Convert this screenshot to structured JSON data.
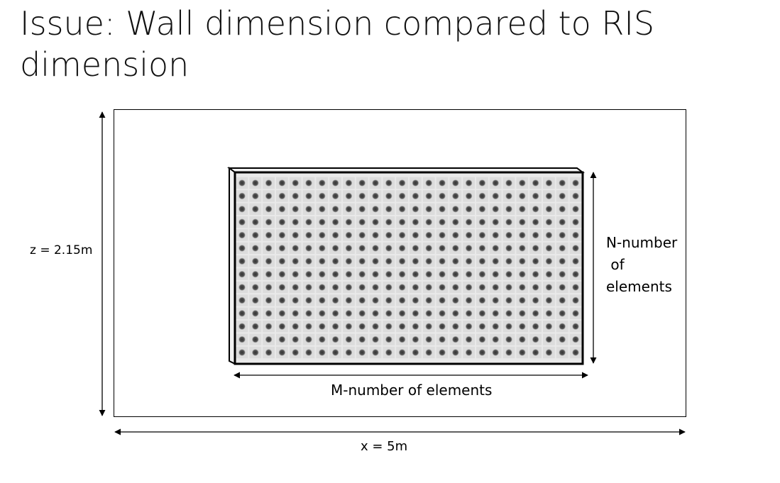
{
  "title": "Issue: Wall dimension compared to RIS dimension",
  "labels": {
    "z": "z = 2.15m",
    "x": "x = 5m",
    "m": "M-number of elements",
    "n_line1": "N-number",
    "n_line2": " of",
    "n_line3": "elements"
  },
  "ris": {
    "columns": 26,
    "rows": 14
  }
}
